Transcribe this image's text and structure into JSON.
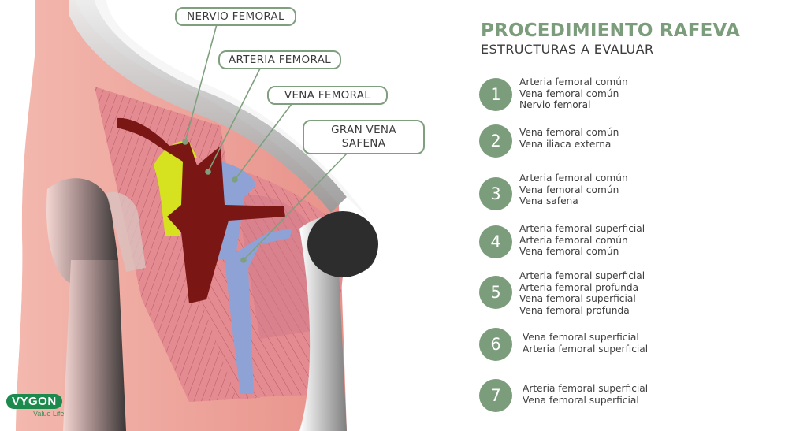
{
  "header": {
    "title": "PROCEDIMIENTO RAFEVA",
    "subtitle": "ESTRUCTURAS A EVALUAR"
  },
  "callouts": {
    "nerve": "NERVIO FEMORAL",
    "artery": "ARTERIA FEMORAL",
    "vein": "VENA FEMORAL",
    "saphenous": "GRAN VENA\nSAFENA"
  },
  "steps": [
    {
      "number": "1",
      "lines": [
        "Arteria femoral común",
        "Vena femoral común",
        "Nervio femoral"
      ]
    },
    {
      "number": "2",
      "lines": [
        "Vena femoral común",
        "Vena iliaca externa"
      ]
    },
    {
      "number": "3",
      "lines": [
        "Arteria femoral común",
        "Vena femoral común",
        "Vena safena"
      ]
    },
    {
      "number": "4",
      "lines": [
        "Arteria femoral superficial",
        "Arteria femoral común",
        "Vena femoral común"
      ]
    },
    {
      "number": "5",
      "lines": [
        "Arteria femoral superficial",
        "Arteria femoral profunda",
        "Vena femoral superficial",
        "Vena femoral profunda"
      ]
    },
    {
      "number": "6",
      "lines": [
        "Vena femoral superficial",
        "Arteria femoral superficial"
      ]
    },
    {
      "number": "7",
      "lines": [
        "Arteria femoral superficial",
        "Vena femoral superficial"
      ]
    }
  ],
  "logo": {
    "brand": "VYGON",
    "tagline": "Value Life"
  },
  "colors": {
    "accent": "#7c9d7b",
    "nerve": "#d6e21f",
    "artery": "#7a1714",
    "vein": "#8fa2d6",
    "skin": "#eea69c"
  }
}
